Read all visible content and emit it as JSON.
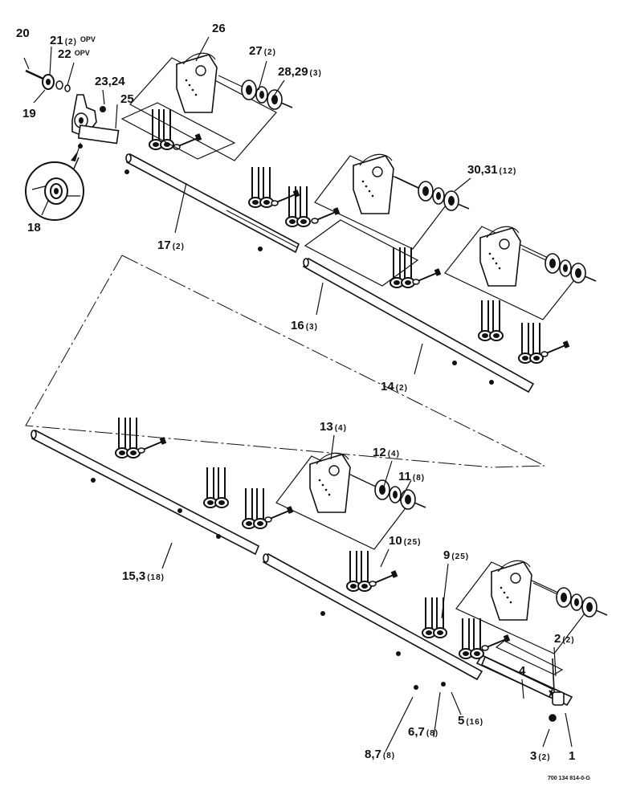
{
  "colors": {
    "ink": "#111111",
    "paper": "#ffffff"
  },
  "callouts": [
    {
      "id": "c20",
      "num": "20",
      "qty": "",
      "opv": ""
    },
    {
      "id": "c21",
      "num": "21",
      "qty": "(2)",
      "opv": "OPV"
    },
    {
      "id": "c22",
      "num": "22",
      "qty": "",
      "opv": "OPV"
    },
    {
      "id": "c19",
      "num": "19",
      "qty": "",
      "opv": ""
    },
    {
      "id": "c2324",
      "num": "23,24",
      "qty": "",
      "opv": ""
    },
    {
      "id": "c25",
      "num": "25",
      "qty": "",
      "opv": ""
    },
    {
      "id": "c26",
      "num": "26",
      "qty": "",
      "opv": ""
    },
    {
      "id": "c27",
      "num": "27",
      "qty": "(2)",
      "opv": ""
    },
    {
      "id": "c2829",
      "num": "28,29",
      "qty": "(3)",
      "opv": ""
    },
    {
      "id": "c18",
      "num": "18",
      "qty": "",
      "opv": ""
    },
    {
      "id": "c17",
      "num": "17",
      "qty": "(2)",
      "opv": ""
    },
    {
      "id": "c3031",
      "num": "30,31",
      "qty": "(12)",
      "opv": ""
    },
    {
      "id": "c16",
      "num": "16",
      "qty": "(3)",
      "opv": ""
    },
    {
      "id": "c14",
      "num": "14",
      "qty": "(2)",
      "opv": ""
    },
    {
      "id": "c13",
      "num": "13",
      "qty": "(4)",
      "opv": ""
    },
    {
      "id": "c12",
      "num": "12",
      "qty": "(4)",
      "opv": ""
    },
    {
      "id": "c11",
      "num": "11",
      "qty": "(8)",
      "opv": ""
    },
    {
      "id": "c10",
      "num": "10",
      "qty": "(25)",
      "opv": ""
    },
    {
      "id": "c9",
      "num": "9",
      "qty": "(25)",
      "opv": ""
    },
    {
      "id": "c153",
      "num": "15,3",
      "qty": "(18)",
      "opv": ""
    },
    {
      "id": "c2",
      "num": "2",
      "qty": "(2)",
      "opv": ""
    },
    {
      "id": "c4",
      "num": "4",
      "qty": "",
      "opv": ""
    },
    {
      "id": "c5",
      "num": "5",
      "qty": "(16)",
      "opv": ""
    },
    {
      "id": "c67",
      "num": "6,7",
      "qty": "(8)",
      "opv": ""
    },
    {
      "id": "c87",
      "num": "8,7",
      "qty": "(8)",
      "opv": ""
    },
    {
      "id": "c3",
      "num": "3",
      "qty": "(2)",
      "opv": ""
    },
    {
      "id": "c1",
      "num": "1",
      "qty": "",
      "opv": ""
    }
  ],
  "doc_number": "700 134 814-0-G"
}
